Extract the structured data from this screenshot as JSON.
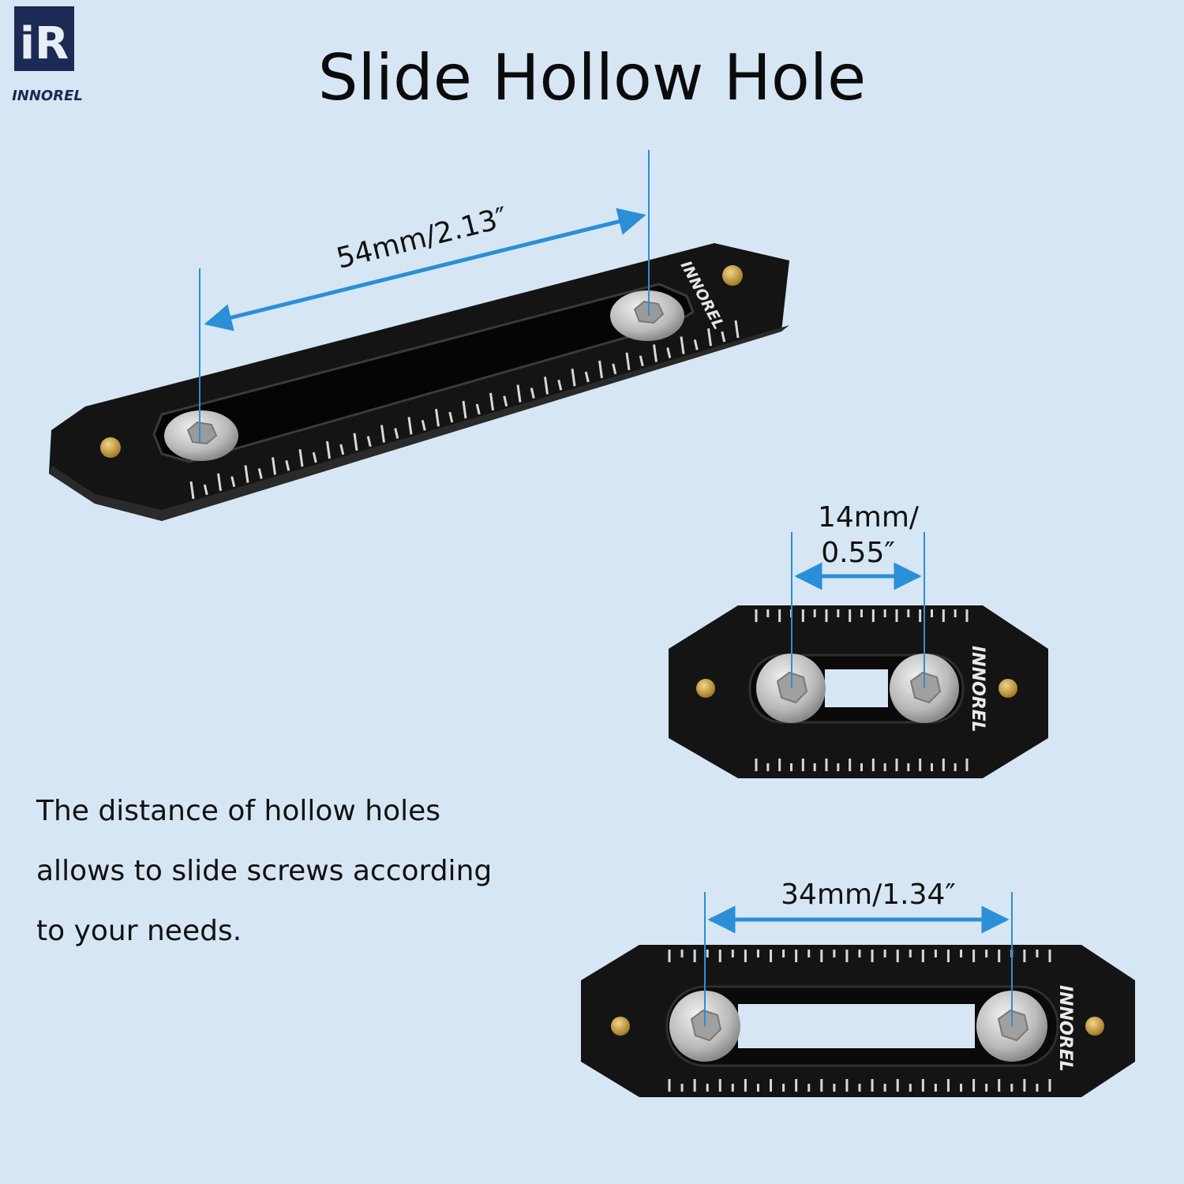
{
  "brand": {
    "logo_text": "INNOREL",
    "logo_mark": "iR"
  },
  "title": "Slide Hollow Hole",
  "description": {
    "lines": [
      "The distance of hollow holes",
      "allows to slide screws according",
      "to your needs."
    ]
  },
  "measurements": {
    "long_plate": "54mm/2.13″",
    "short_plate_line1": "14mm/",
    "short_plate_line2": "0.55″",
    "medium_plate": "34mm/1.34″"
  },
  "plate_engraving": "INNOREL",
  "colors": {
    "background": "#d7e6f4",
    "dimension_line": "#2a8fd6",
    "plate": "#141414",
    "screw": "#c9c9c9",
    "pin": "#c8a24a",
    "logo_navy": "#1d2a55"
  }
}
